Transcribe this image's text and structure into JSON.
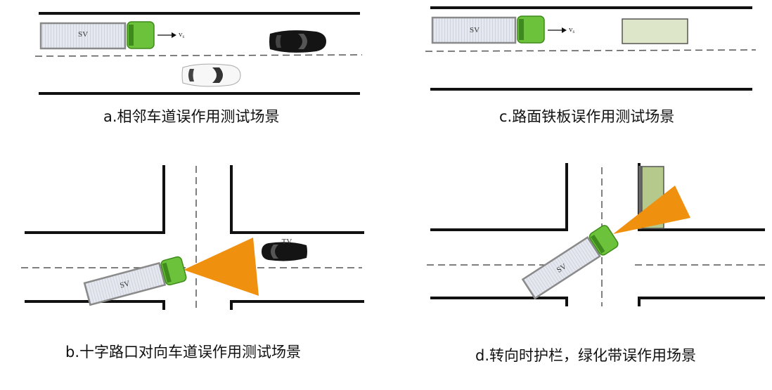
{
  "panels": {
    "a": {
      "caption": "a.相邻车道误作用测试场景",
      "truck_label": "SV",
      "speed_label": "v",
      "speed_sub": "s"
    },
    "b": {
      "caption": "b.十字路口对向车道误作用测试场景",
      "truck_label": "SV",
      "target_label": "TV"
    },
    "c": {
      "caption": "c.路面铁板误作用测试场景",
      "truck_label": "SV",
      "speed_label": "v",
      "speed_sub": "s"
    },
    "d": {
      "caption": "d.转向时护栏，绿化带误作用场景",
      "truck_label": "SV"
    }
  },
  "colors": {
    "road_line": "#111111",
    "lane_dash": "#555555",
    "trailer_fill": "#e6e8f0",
    "trailer_stroke": "#8a8a8a",
    "cab_fill": "#6cc23a",
    "cab_dark": "#3f8a1d",
    "radar_cone": "#f0900f",
    "steel_plate": "#dde6c8",
    "green_belt": "#b5c98c"
  }
}
